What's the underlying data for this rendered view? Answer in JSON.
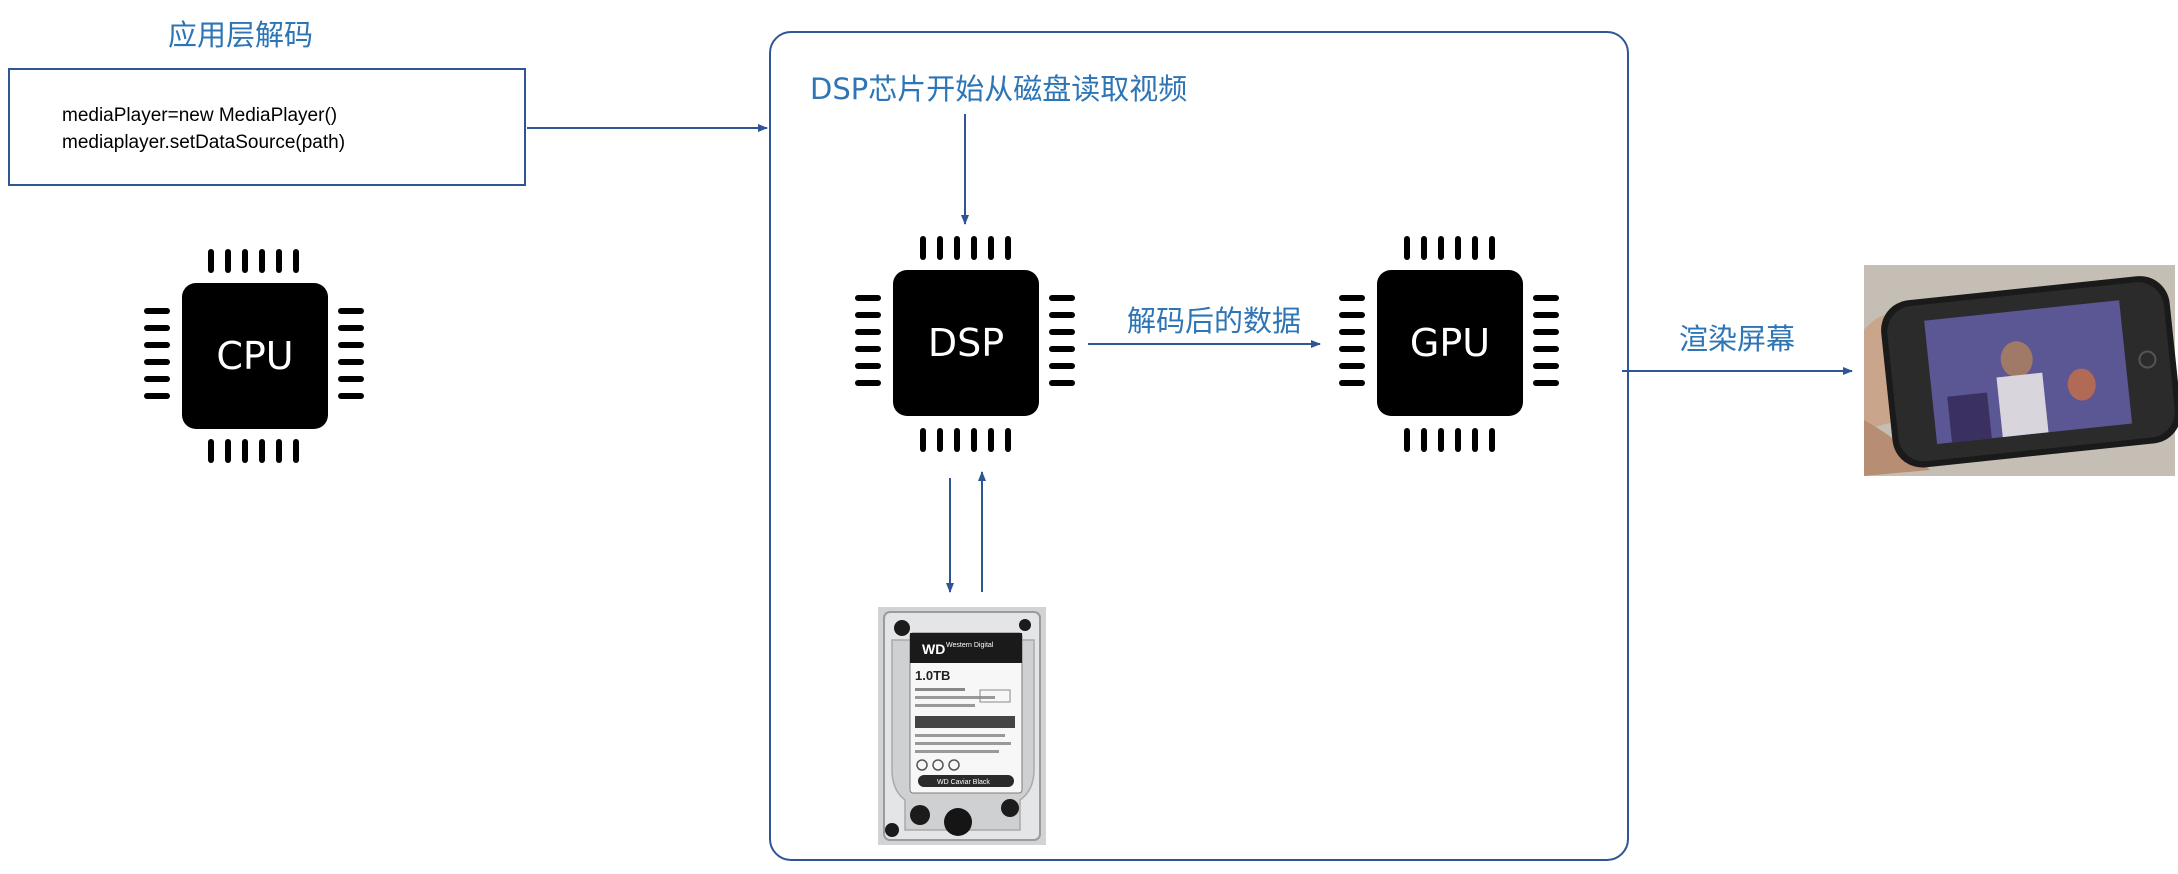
{
  "app_layer": {
    "title": "应用层解码",
    "code_lines": [
      "mediaPlayer=new MediaPlayer()",
      "mediaplayer.setDataSource(path)"
    ]
  },
  "chips": {
    "cpu": "CPU",
    "dsp": "DSP",
    "gpu": "GPU"
  },
  "labels": {
    "dsp_read": "DSP芯片开始从磁盘读取视频",
    "decoded_data": "解码后的数据",
    "render_screen": "渲染屏幕"
  },
  "images": {
    "hdd": {
      "brand_logo": "WD",
      "brand_text": "Western Digital",
      "capacity": "1.0TB",
      "series": "WD Caviar Black"
    },
    "phone": {}
  },
  "colors": {
    "accent_text": "#2e75b6",
    "line": "#2f5597",
    "chip": "#000000"
  }
}
